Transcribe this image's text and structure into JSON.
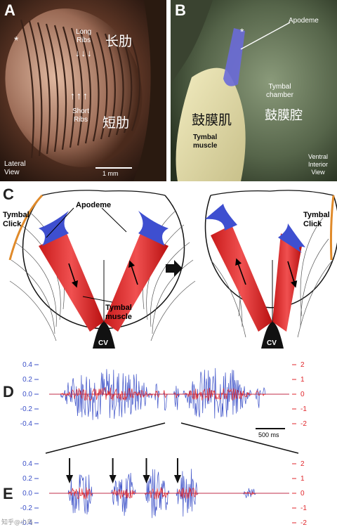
{
  "panels": {
    "a": {
      "letter": "A",
      "long_ribs": "Long\nRibs",
      "short_ribs": "Short\nRibs",
      "cn_long": "长肋",
      "cn_short": "短肋",
      "view": "Lateral\nView",
      "scale": "1 mm",
      "asterisk": "*"
    },
    "b": {
      "letter": "B",
      "apodeme": "Apodeme",
      "chamber": "Tymbal\nchamber",
      "cn_chamber": "鼓膜腔",
      "cn_muscle": "鼓膜肌",
      "muscle": "Tymbal\nmuscle",
      "view": "Ventral\nInterior\nView",
      "asterisk": "*"
    },
    "c": {
      "letter": "C",
      "tymbal_click_left": "Tymbal\nClick",
      "tymbal_click_right": "Tymbal\nClick",
      "apodeme": "Apodeme",
      "muscle": "Tymbal\nmuscle",
      "cv_left": "CV",
      "cv_right": "CV"
    },
    "d": {
      "letter": "D",
      "scale": "500 ms"
    },
    "e": {
      "letter": "E"
    }
  },
  "watermark": "知乎@小鸟",
  "chart_data": [
    {
      "type": "line",
      "panel": "D",
      "left_ticks": [
        "0.4",
        "0.2",
        "0.0",
        "-0.2",
        "-0.4"
      ],
      "right_ticks": [
        "2",
        "1",
        "0",
        "-1",
        "-2"
      ],
      "left_ylim": [
        -0.4,
        0.4
      ],
      "right_ylim": [
        -2,
        2
      ],
      "scale_bar": "500 ms",
      "series": [
        {
          "color": "#3a4fc7"
        },
        {
          "color": "#e0262b"
        }
      ],
      "bursts": [
        {
          "start": 0.05,
          "end": 0.43,
          "amp": 0.36
        },
        {
          "start": 0.44,
          "end": 0.46,
          "amp": 0.2
        },
        {
          "start": 0.475,
          "end": 0.49,
          "amp": 0.26
        },
        {
          "start": 0.52,
          "end": 0.54,
          "amp": 0.22
        },
        {
          "start": 0.56,
          "end": 0.84,
          "amp": 0.36
        },
        {
          "start": 0.86,
          "end": 0.88,
          "amp": 0.2
        },
        {
          "start": 0.89,
          "end": 0.9,
          "amp": 0.12
        }
      ]
    },
    {
      "type": "line",
      "panel": "E",
      "left_ticks": [
        "0.4",
        "0.2",
        "0.0",
        "-0.2",
        "-0.4"
      ],
      "right_ticks": [
        "2",
        "1",
        "0",
        "-1",
        "-2"
      ],
      "left_ylim": [
        -0.4,
        0.4
      ],
      "right_ylim": [
        -2,
        2
      ],
      "series": [
        {
          "color": "#3a4fc7"
        },
        {
          "color": "#e0262b"
        }
      ],
      "bursts": [
        {
          "start": 0.08,
          "end": 0.18,
          "amp": 0.35
        },
        {
          "start": 0.26,
          "end": 0.36,
          "amp": 0.32
        },
        {
          "start": 0.4,
          "end": 0.5,
          "amp": 0.35
        },
        {
          "start": 0.53,
          "end": 0.62,
          "amp": 0.34
        },
        {
          "start": 0.81,
          "end": 0.86,
          "amp": 0.08
        }
      ],
      "arrows_at": [
        0.085,
        0.265,
        0.405,
        0.535
      ]
    }
  ]
}
